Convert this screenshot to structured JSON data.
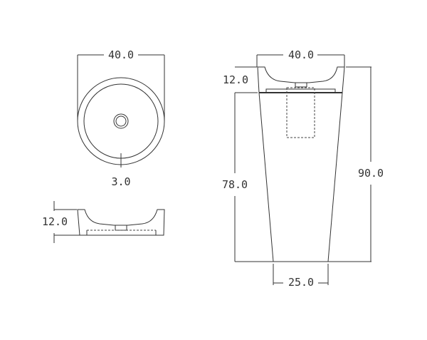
{
  "diagram": {
    "title": "",
    "views": {
      "top_view": {
        "width_label": "40.0",
        "wall_label": "3.0"
      },
      "side_view_basin": {
        "height_label": "12.0"
      },
      "front_view_pedestal": {
        "top_width_label": "40.0",
        "basin_height_label": "12.0",
        "pedestal_height_label": "78.0",
        "total_height_label": "90.0",
        "base_width_label": "25.0"
      }
    },
    "colors": {
      "line": "#333333",
      "background": "#ffffff"
    }
  }
}
